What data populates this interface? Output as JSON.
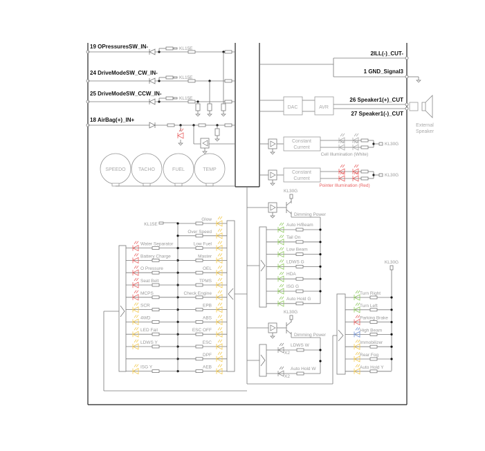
{
  "inputs": [
    {
      "label": "19 OPressuresSW_IN-",
      "pullup": "KL15E"
    },
    {
      "label": "24 DriveModeSW_CW_IN-",
      "pullup": "KL15E"
    },
    {
      "label": "25 DriveModeSW_CCW_IN-",
      "pullup": "KL15E"
    },
    {
      "label": "18 AirBag(+)_IN+"
    }
  ],
  "gauges": [
    "SPEEDO",
    "TACHO",
    "FUEL",
    "TEMP"
  ],
  "outputs": {
    "ill": "2ILL(-)_CUT-",
    "gnd": "1 GND_Signal3",
    "spk_pos": "26 Speaker1(+)_CUT",
    "spk_neg": "27 Speaker1(-)_CUT"
  },
  "blocks": {
    "dac": "DAC",
    "avr": "AVR",
    "cc1": [
      "Constant",
      "Current"
    ],
    "cc2": [
      "Constant",
      "Current"
    ]
  },
  "speaker": [
    "External",
    "Speaker"
  ],
  "illumination": [
    {
      "label": "Cell Illumination (White)",
      "supply": "KL30G"
    },
    {
      "label": "Pointer Illumination (Red)",
      "supply": "KL30G"
    }
  ],
  "supplies": {
    "kl15e": "KL15E",
    "kl30g": "KL30G",
    "dimming": "Dimming Power"
  },
  "left_column": [
    {
      "label": "Water Separator",
      "color": "red"
    },
    {
      "label": "Battery Charge",
      "color": "red"
    },
    {
      "label": "O Pressure",
      "color": "red"
    },
    {
      "label": "Seat Belt",
      "color": "red"
    },
    {
      "label": "MCPS",
      "color": "red"
    },
    {
      "label": "SCR",
      "color": "yellow"
    },
    {
      "label": "4WD",
      "color": "yellow"
    },
    {
      "label": "LED Fail",
      "color": "yellow"
    },
    {
      "label": "LDWS Y",
      "color": "yellow"
    },
    {
      "label": "",
      "color": "none"
    },
    {
      "label": "ISG Y",
      "color": "yellow"
    }
  ],
  "right_column": [
    "Glow",
    "Over Speed",
    "Low Fuel",
    "Master",
    "OEL",
    "TPMS",
    "Check Engine",
    "EPB",
    "ABS",
    "ESC OFF",
    "ESC",
    "DPF",
    "AEB"
  ],
  "green_group": [
    "Auto H/Beam",
    "Tail On",
    "Low Beam",
    "LDWS G",
    "HDA",
    "ISG G",
    "Auto Hold G"
  ],
  "white_group": [
    {
      "label": "LDWS W",
      "mult": "X2"
    },
    {
      "label": "Auto Hold W",
      "mult": "X2"
    }
  ],
  "right_group": [
    {
      "label": "Turn Right",
      "color": "green"
    },
    {
      "label": "Turn Left",
      "color": "green"
    },
    {
      "label": "Parking Brake",
      "color": "red"
    },
    {
      "label": "High Beam",
      "color": "blue"
    },
    {
      "label": "Immobilizer",
      "color": "yellow"
    },
    {
      "label": "Rear Fog",
      "color": "yellow"
    },
    {
      "label": "Auto Hold Y",
      "color": "yellow"
    }
  ],
  "colors": {
    "red": "#e86060",
    "yellow": "#f2c84b",
    "green": "#8cc85a",
    "blue": "#6f8fd0",
    "line": "#777",
    "dark": "#222"
  }
}
